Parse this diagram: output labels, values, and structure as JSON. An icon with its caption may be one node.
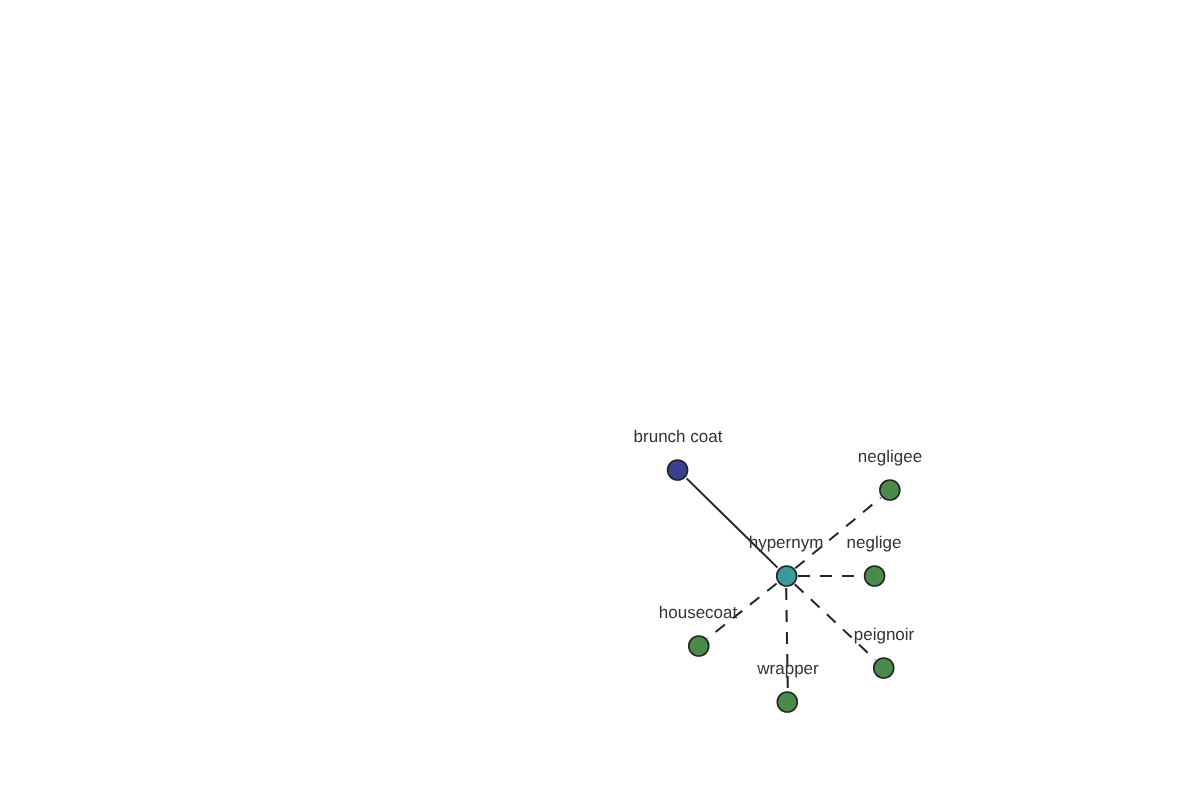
{
  "diagram": {
    "nodes": [
      {
        "text": [
          "brunch coat"
        ]
      },
      {
        "text": [
          "negligee"
        ]
      },
      {
        "text": [
          "hypernym"
        ]
      },
      {
        "text": [
          "neglige"
        ]
      },
      {
        "text": [
          "housecoat"
        ]
      },
      {
        "text": [
          "peignoir"
        ]
      },
      {
        "text": [
          "wrapper"
        ]
      }
    ],
    "edges": [
      {
        "from": 0,
        "to": 2,
        "arrow": "none"
      },
      {
        "from": 2,
        "to": 1,
        "arrow": "none",
        "style": "dashed"
      },
      {
        "from": 2,
        "to": 3,
        "arrow": "none",
        "style": "dashed"
      },
      {
        "from": 2,
        "to": 4,
        "arrow": "none",
        "style": "dashed"
      },
      {
        "from": 2,
        "to": 5,
        "arrow": "none",
        "style": "dashed"
      },
      {
        "from": 2,
        "to": 6,
        "arrow": "none",
        "style": "dashed"
      }
    ]
  }
}
